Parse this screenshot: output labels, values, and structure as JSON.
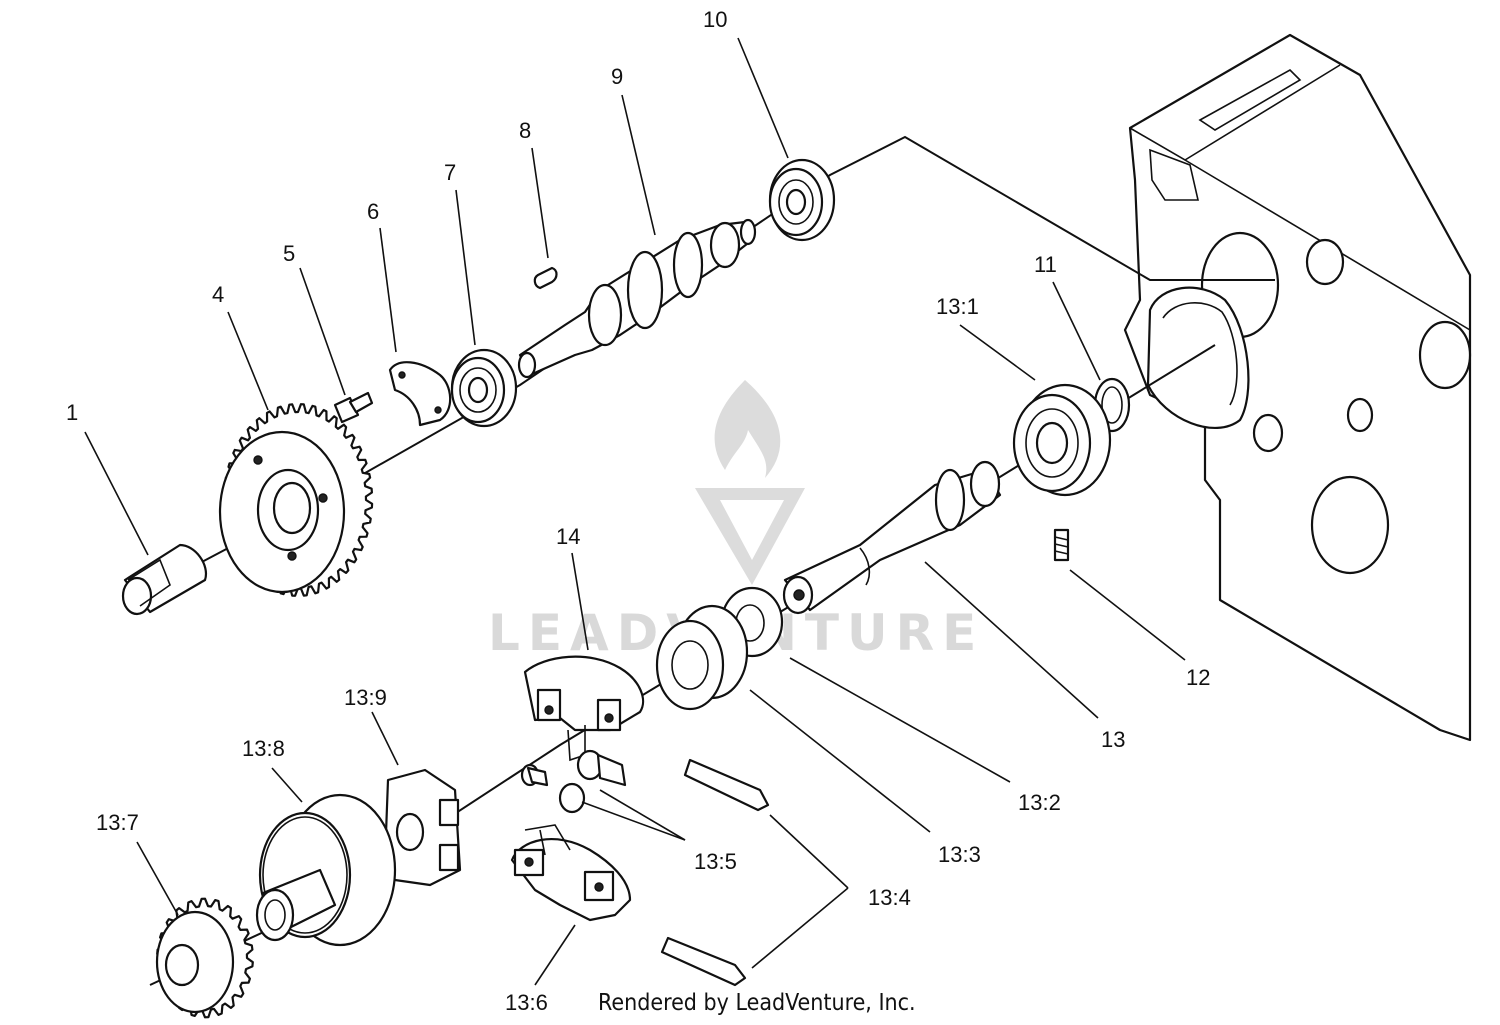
{
  "diagram": {
    "callouts": [
      {
        "id": "1",
        "label": "1"
      },
      {
        "id": "4",
        "label": "4"
      },
      {
        "id": "5",
        "label": "5"
      },
      {
        "id": "6",
        "label": "6"
      },
      {
        "id": "7",
        "label": "7"
      },
      {
        "id": "8",
        "label": "8"
      },
      {
        "id": "9",
        "label": "9"
      },
      {
        "id": "10",
        "label": "10"
      },
      {
        "id": "11",
        "label": "11"
      },
      {
        "id": "12",
        "label": "12"
      },
      {
        "id": "13",
        "label": "13"
      },
      {
        "id": "13_1",
        "label": "13:1"
      },
      {
        "id": "13_2",
        "label": "13:2"
      },
      {
        "id": "13_3",
        "label": "13:3"
      },
      {
        "id": "13_4",
        "label": "13:4"
      },
      {
        "id": "13_5",
        "label": "13:5"
      },
      {
        "id": "13_6",
        "label": "13:6"
      },
      {
        "id": "13_7",
        "label": "13:7"
      },
      {
        "id": "13_8",
        "label": "13:8"
      },
      {
        "id": "13_9",
        "label": "13:9"
      },
      {
        "id": "14",
        "label": "14"
      }
    ],
    "footer": "Rendered by LeadVenture, Inc.",
    "watermark": "LEADVENTURE"
  },
  "colors": {
    "ink": "#111111",
    "watermark": "#d9d9d9",
    "background": "#ffffff"
  }
}
